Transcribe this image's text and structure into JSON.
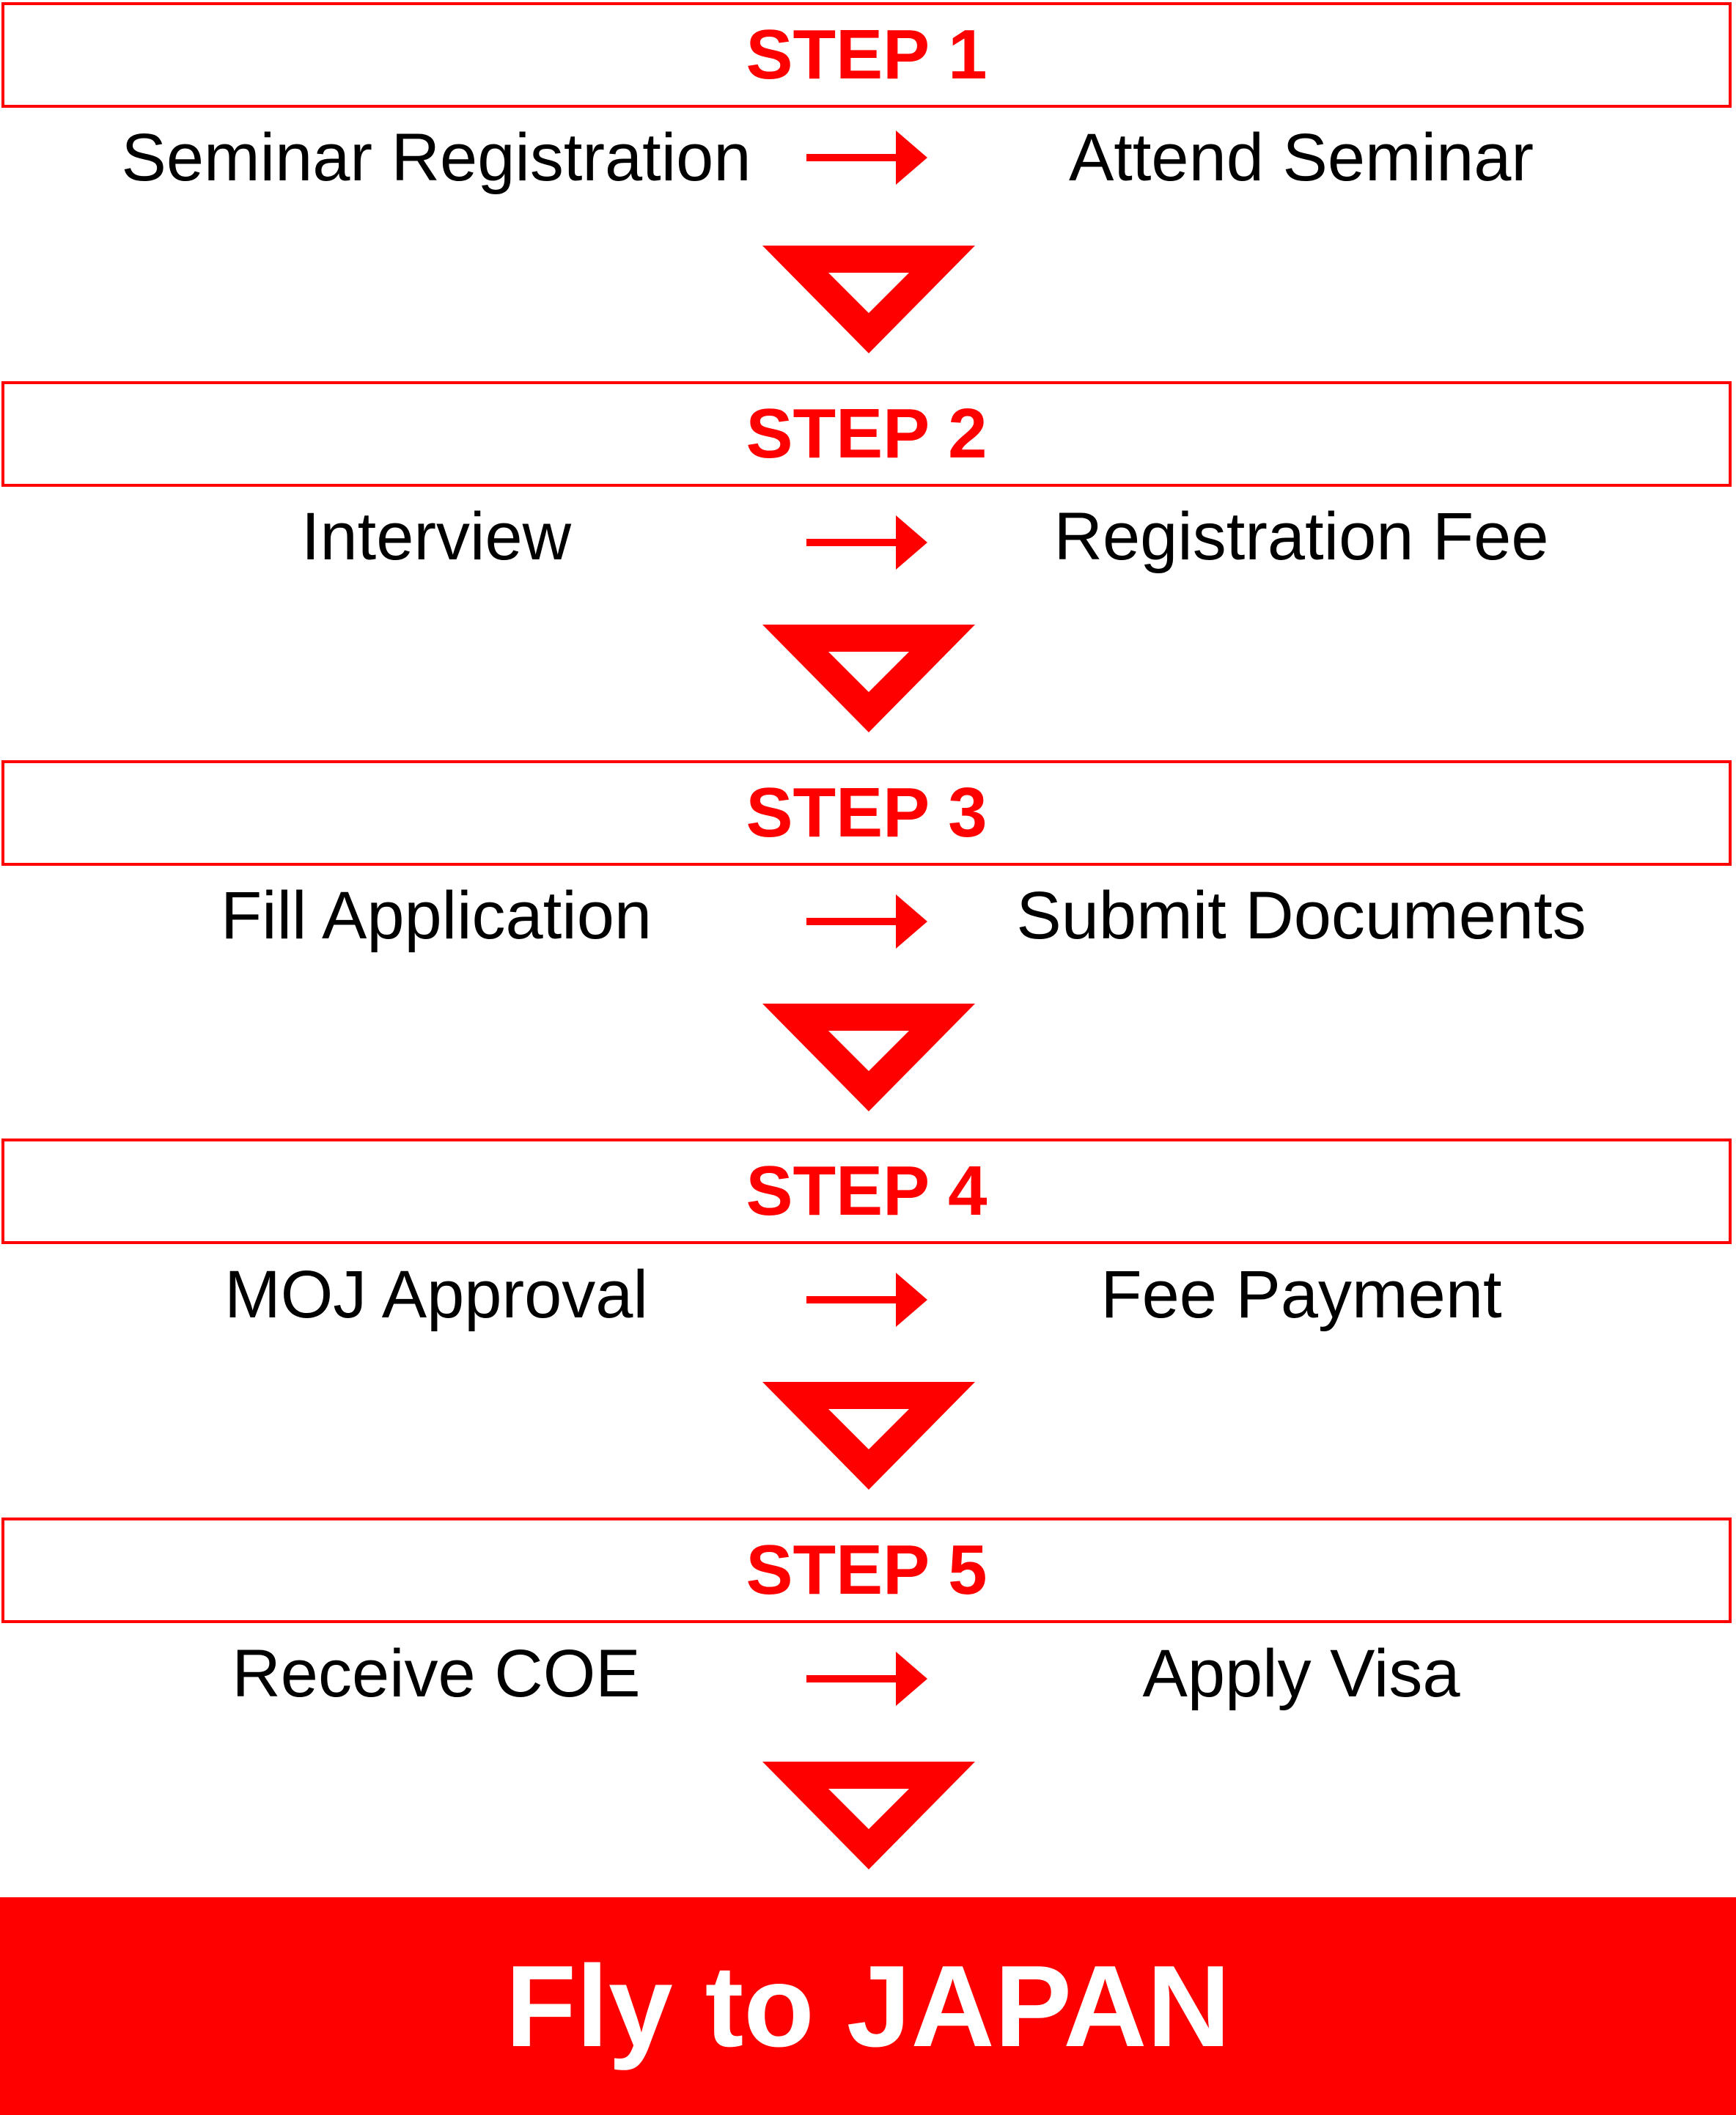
{
  "colors": {
    "accent": "#ff0000",
    "text": "#000000",
    "background": "#ffffff"
  },
  "steps": [
    {
      "title": "STEP 1",
      "left": "Seminar Registration",
      "right": "Attend Seminar"
    },
    {
      "title": "STEP 2",
      "left": "Interview",
      "right": "Registration Fee"
    },
    {
      "title": "STEP 3",
      "left": "Fill Application",
      "right": "Submit Documents"
    },
    {
      "title": "STEP 4",
      "left": "MOJ Approval",
      "right": "Fee Payment"
    },
    {
      "title": "STEP 5",
      "left": "Receive COE",
      "right": "Apply Visa"
    }
  ],
  "final": {
    "label": "Fly to JAPAN"
  }
}
